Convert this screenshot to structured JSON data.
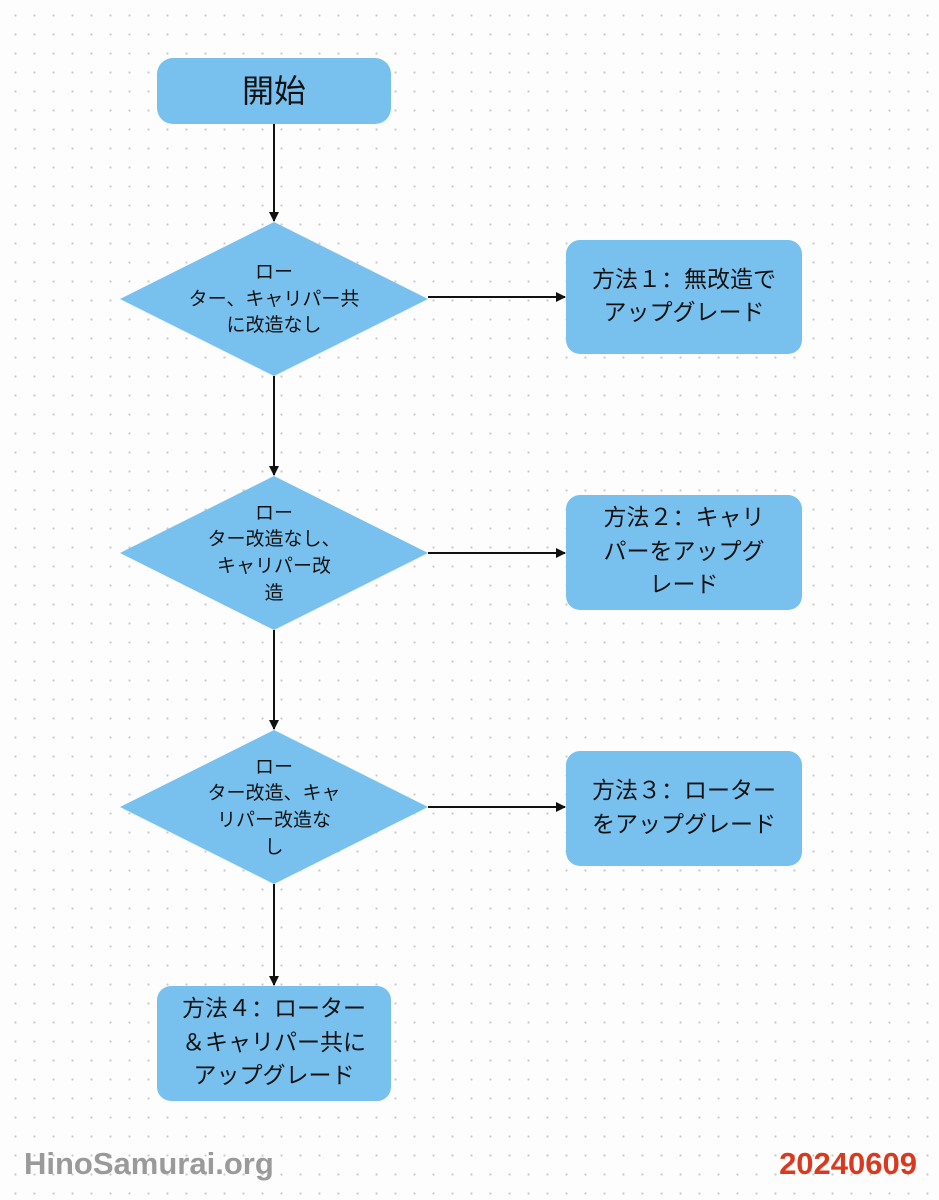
{
  "nodes": {
    "start": "開始",
    "decision_1": "ロー\nター、キャリパー共\nに改造なし",
    "decision_2": "ロー\nター改造なし、\nキャリパー改\n造",
    "decision_3": "ロー\nター改造、キャ\nリパー改造な\nし",
    "method_1": "方法１：無改造で\nアップグレード",
    "method_2": "方法２：キャリ\nパーをアップグ\nレード",
    "method_3": "方法３：ローター\nをアップグレード",
    "method_4": "方法４：ローター\n＆キャリパー共に\nアップグレード"
  },
  "footer": {
    "site": "HinoSamurai.org",
    "date": "20240609"
  },
  "colors": {
    "node_fill": "#78c1ef",
    "connector": "#111111",
    "site_text": "#9a9a9a",
    "date_text": "#d93a1f"
  }
}
